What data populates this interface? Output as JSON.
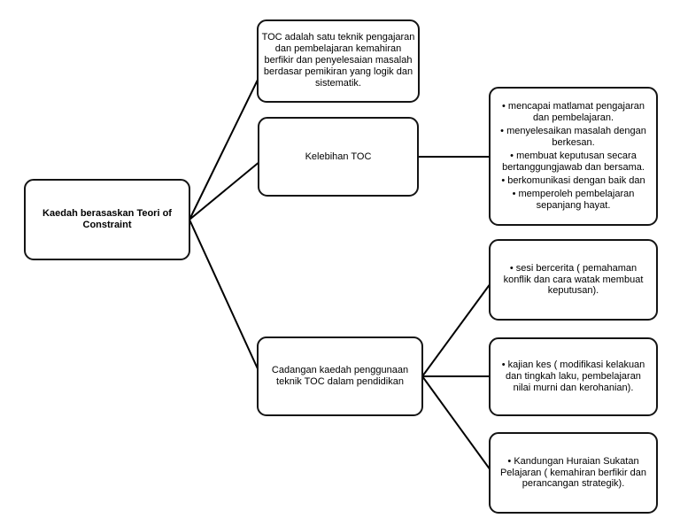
{
  "colors": {
    "background": "#ffffff",
    "box_fill": "#ffffff",
    "box_border": "#141414",
    "connector_line": "#000000",
    "text": "#000000"
  },
  "diagram": {
    "root": {
      "label": "Kaedah berasaskan Teori of Constraint"
    },
    "definition": {
      "text": "TOC adalah satu teknik pengajaran dan pembelajaran kemahiran berfikir dan penyelesaian masalah berdasar pemikiran yang logik dan sistematik."
    },
    "kelebihan": {
      "label": "Kelebihan TOC"
    },
    "kelebihan_details": {
      "items": [
        "• mencapai matlamat pengajaran dan pembelajaran.",
        "• menyelesaikan masalah dengan berkesan.",
        "• membuat keputusan secara bertanggungjawab dan bersama.",
        "• berkomunikasi dengan baik dan",
        "• memperoleh pembelajaran sepanjang hayat."
      ]
    },
    "cadangan": {
      "label": "Cadangan kaedah penggunaan teknik TOC dalam pendidikan"
    },
    "cadangan_details": {
      "items": [
        "• sesi bercerita ( pemahaman konflik dan cara watak membuat keputusan).",
        "• kajian kes ( modifikasi kelakuan dan tingkah laku, pembelajaran nilai murni dan kerohanian).",
        "• Kandungan Huraian Sukatan Pelajaran ( kemahiran berfikir dan perancangan strategik)."
      ]
    }
  }
}
